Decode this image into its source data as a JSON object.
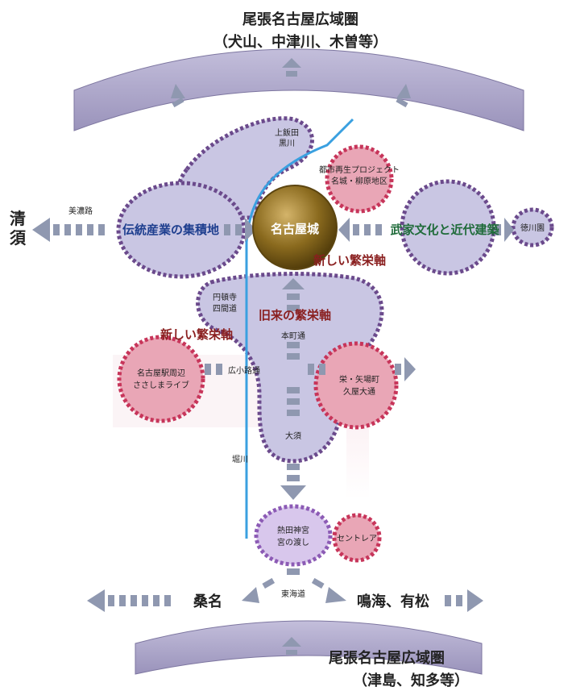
{
  "regions": {
    "top_title": "尾張名古屋広域圏",
    "top_sub": "（犬山、中津川、木曽等）",
    "bottom_title": "尾張名古屋広域圏",
    "bottom_sub": "（津島、知多等）"
  },
  "directions": {
    "west": "清須",
    "south_west": "桑名",
    "south_east": "鳴海、有松"
  },
  "routes": {
    "minoji": "美濃路",
    "tokaido": "東海道",
    "hirokoji": "広小路通",
    "honmachi": "本町通",
    "horikawa": "堀川"
  },
  "zones": {
    "castle": "名古屋城",
    "traditional": "伝統産業の集積地",
    "samurai": "武家文化と近代建築",
    "tokugawaen": "徳川園",
    "old_axis": "旧来の繁栄軸",
    "new_axis_right": "新しい繁栄軸",
    "new_axis_left": "新しい繁栄軸",
    "kamiiida_1": "上飯田",
    "kamiiida_2": "黒川",
    "urban_1": "都市再生プロジェクト",
    "urban_2": "名城・柳原地区",
    "enjuji_1": "円頓寺",
    "enjuji_2": "四間道",
    "station_1": "名古屋駅周辺",
    "station_2": "ささしまライブ",
    "sakae_1": "栄・矢場町",
    "sakae_2": "久屋大通",
    "osu": "大須",
    "atsuta_1": "熱田神宮",
    "atsuta_2": "宮の渡し",
    "centrair": "セントレア"
  },
  "colors": {
    "band": "#a9a3c6",
    "lavender": "#c9c6e3",
    "purple_dots": "#6b4a8c",
    "pink": "#e9a6b6",
    "pink_dots": "#c7355a",
    "arrow": "#8f98b0",
    "river": "#3aa0e0",
    "gold": "#8a6a1e",
    "blue_text": "#1f3f8f",
    "green_text": "#1f6b3a",
    "red_text": "#8a1f1f"
  }
}
